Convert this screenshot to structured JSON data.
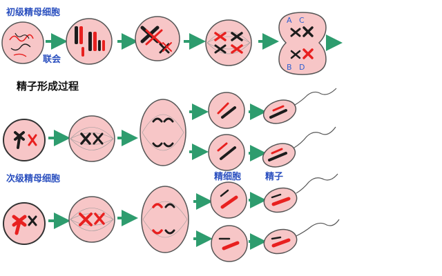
{
  "labels": {
    "primary_spermatocyte": "初级精母细胞",
    "synapsis": "联会",
    "spermatogenesis_title": "精子形成过程",
    "secondary_spermatocyte": "次级精母细胞",
    "spermatid": "精细胞",
    "sperm": "精子",
    "letter_a": "A",
    "letter_c": "C",
    "letter_b": "B",
    "letter_d": "D"
  },
  "colors": {
    "cell_fill": "#f7c6c7",
    "cell_stroke": "#555555",
    "chromosome_red": "#e8201f",
    "chromosome_dark": "#1c1c1c",
    "arrow": "#2e9c6e",
    "label_blue": "#2a4fbf"
  }
}
